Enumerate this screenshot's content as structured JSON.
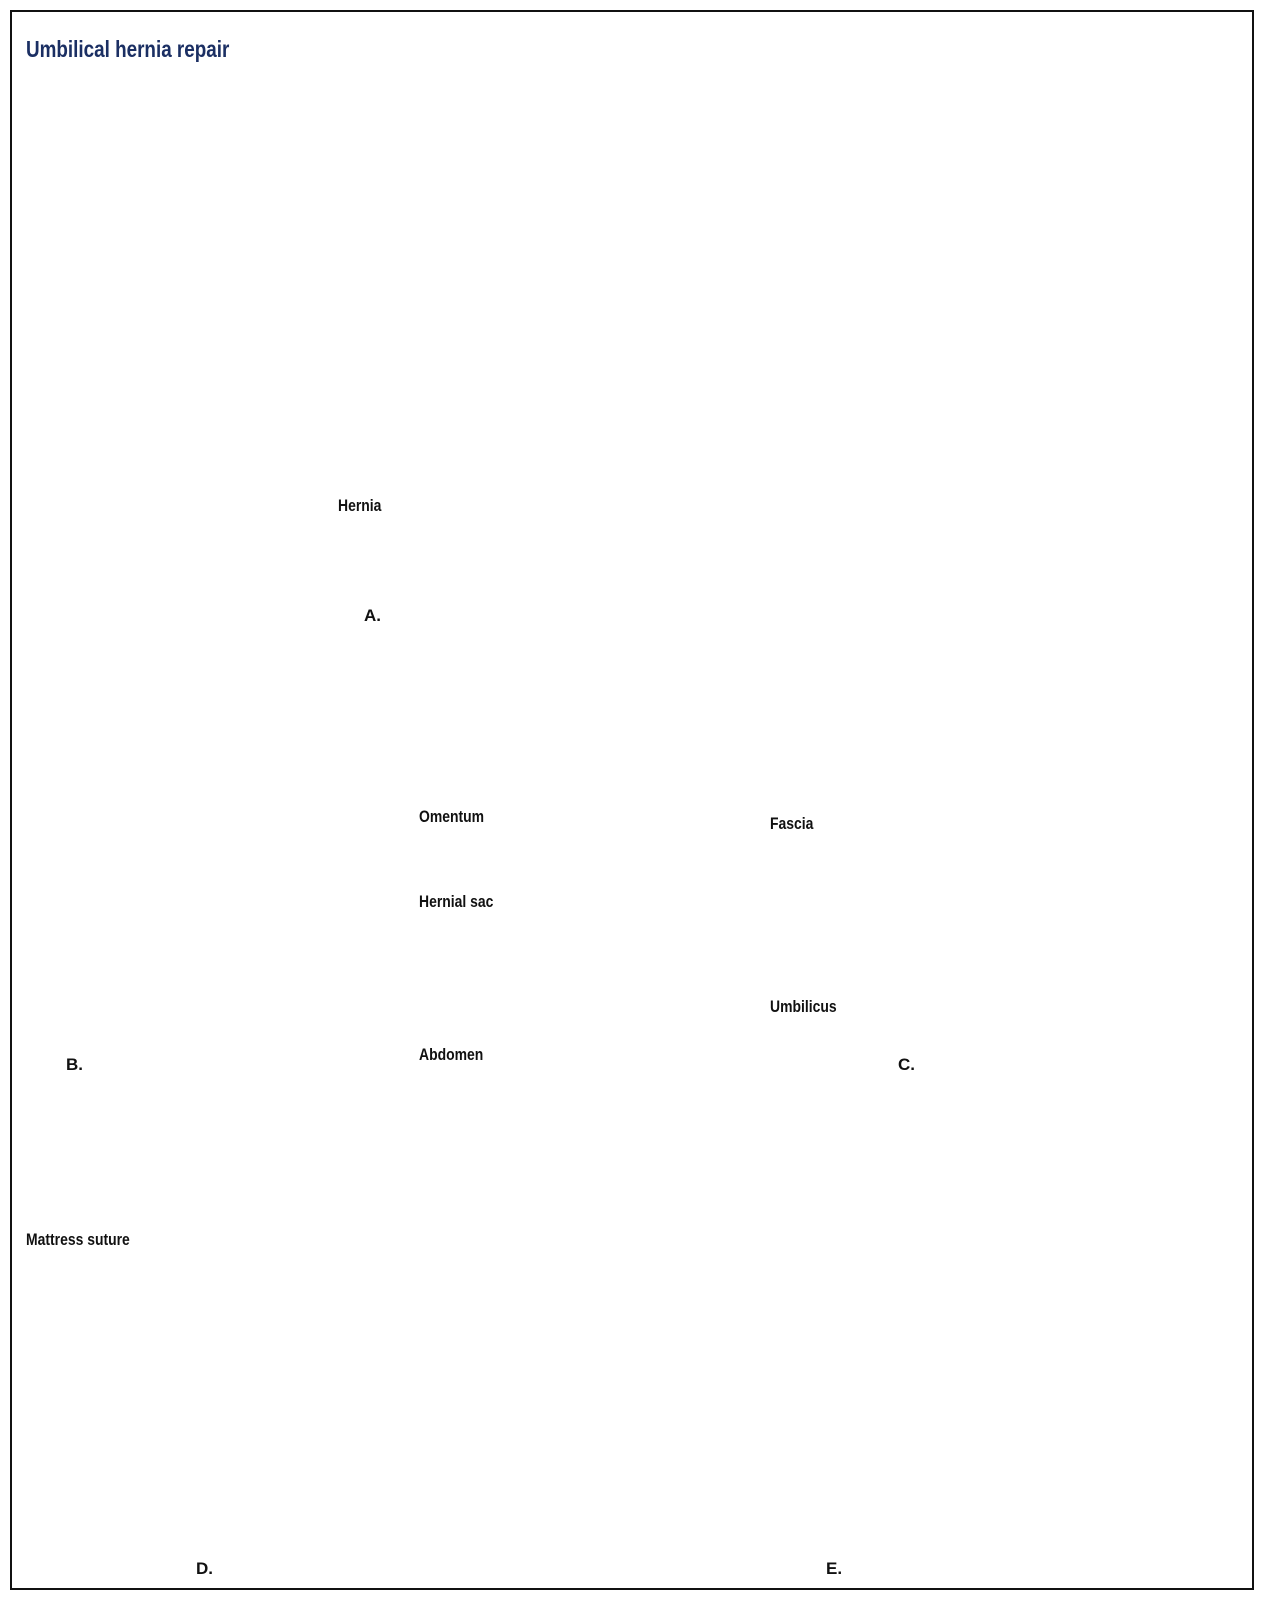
{
  "title": "Umbilical hernia repair",
  "colors": {
    "skin": "#f6ddd0",
    "skin_outline": "#efcbbb",
    "muscle": "#a82c2c",
    "muscle_dark": "#7a1414",
    "fascia": "#c95b5b",
    "instrument": "#9aa0a6",
    "title": "#1b2f63"
  },
  "panels": {
    "a": {
      "label": "A.",
      "callouts": {
        "hernia": "Hernia"
      }
    },
    "b": {
      "label": "B.",
      "callouts": {
        "omentum": "Omentum",
        "hernial_sac": "Hernial sac",
        "abdomen": "Abdomen"
      }
    },
    "c": {
      "label": "C.",
      "callouts": {
        "fascia": "Fascia",
        "umbilicus": "Umbilicus"
      }
    },
    "d": {
      "label": "D.",
      "callouts": {
        "mattress_suture": "Mattress suture"
      }
    },
    "e": {
      "label": "E."
    }
  }
}
